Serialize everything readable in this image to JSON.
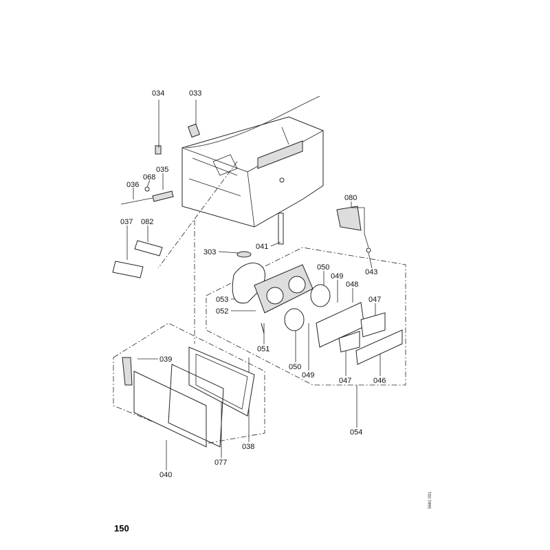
{
  "page_number": "150",
  "drawing_reference": "5661 091",
  "part_labels": {
    "p034": "034",
    "p033": "033",
    "p035": "035",
    "p068": "068",
    "p036": "036",
    "p037": "037",
    "p082": "082",
    "p303": "303",
    "p041": "041",
    "p080": "080",
    "p043": "043",
    "p050a": "050",
    "p049a": "049",
    "p048": "048",
    "p047a": "047",
    "p053": "053",
    "p052": "052",
    "p051": "051",
    "p050b": "050",
    "p049b": "049",
    "p047b": "047",
    "p046": "046",
    "p054": "054",
    "p039": "039",
    "p038": "038",
    "p077": "077",
    "p040": "040"
  }
}
